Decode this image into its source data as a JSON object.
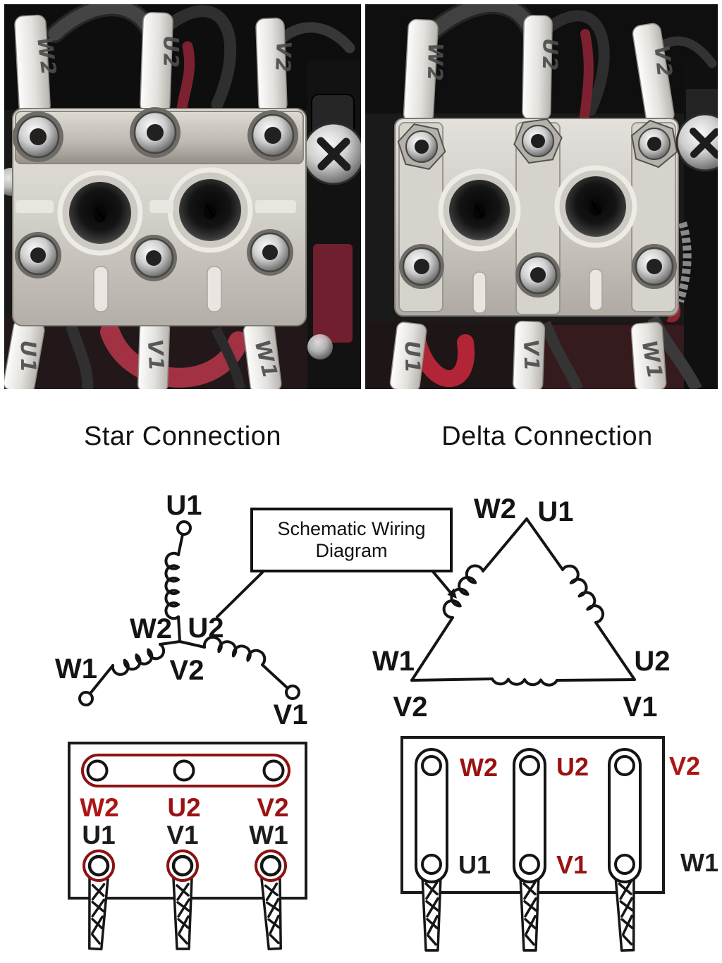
{
  "captions": {
    "star": "Star Connection",
    "delta": "Delta Connection"
  },
  "callout": {
    "line1": "Schematic Wiring",
    "line2": "Diagram"
  },
  "photos": {
    "star": {
      "top_wire_labels": [
        "W2",
        "U2",
        "V2"
      ],
      "bottom_wire_labels": [
        "U1",
        "V1",
        "W1"
      ]
    },
    "delta": {
      "top_wire_labels": [
        "W2",
        "U2",
        "V2"
      ],
      "bottom_wire_labels": [
        "U1",
        "V1",
        "W1"
      ]
    }
  },
  "star_schematic": {
    "top": "U1",
    "center_left": "W2",
    "center_right": "U2",
    "center_bottom": "V2",
    "left": "W1",
    "right": "V1"
  },
  "delta_schematic": {
    "apex_left": "W2",
    "apex_right": "U1",
    "left_vertex": "W1",
    "below_left": "V2",
    "right_vertex": "U2",
    "below_right": "V1"
  },
  "star_terminal_box": {
    "link_labels": [
      "W2",
      "U2",
      "V2"
    ],
    "cable_labels": [
      "U1",
      "V1",
      "W1"
    ]
  },
  "delta_terminal_box": {
    "top_labels": [
      "W2",
      "U2",
      "V2"
    ],
    "bottom_labels": [
      "U1",
      "V1",
      "W1"
    ]
  },
  "colors": {
    "accent_red": "#9a1212",
    "accent_red_bright": "#ae1515",
    "diagram_line_black": "#141414",
    "photo_red_wire": "#a23243",
    "caption_text": "#121212"
  }
}
